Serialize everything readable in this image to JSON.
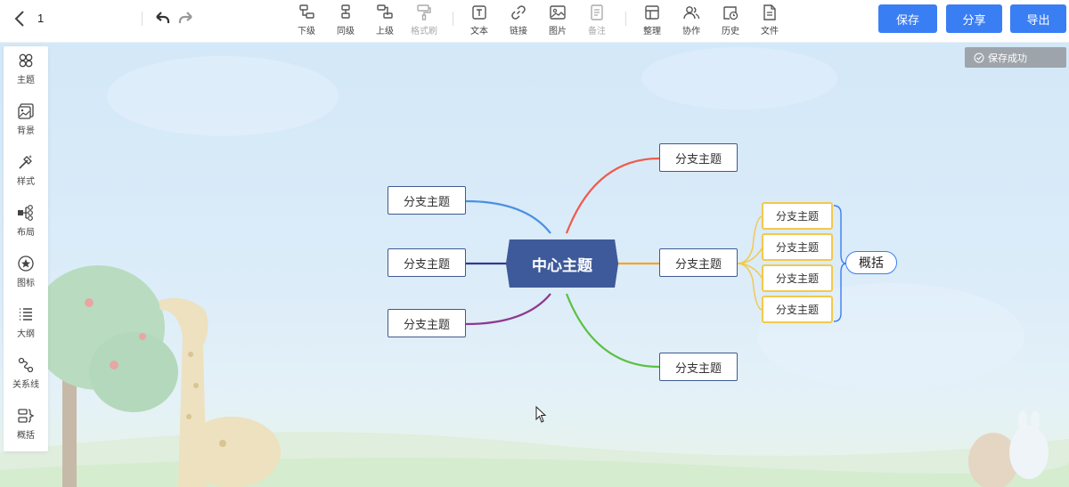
{
  "app": {
    "title": "1"
  },
  "toolbar": {
    "tools": [
      {
        "label": "下级",
        "icon": "child-topic-icon"
      },
      {
        "label": "同级",
        "icon": "sibling-topic-icon"
      },
      {
        "label": "上级",
        "icon": "parent-topic-icon"
      },
      {
        "label": "格式刷",
        "icon": "format-painter-icon",
        "disabled": true
      },
      {
        "label": "文本",
        "icon": "text-icon"
      },
      {
        "label": "链接",
        "icon": "link-icon"
      },
      {
        "label": "图片",
        "icon": "image-icon"
      },
      {
        "label": "备注",
        "icon": "note-icon",
        "disabled": true
      },
      {
        "label": "整理",
        "icon": "arrange-icon"
      },
      {
        "label": "协作",
        "icon": "collaborate-icon"
      },
      {
        "label": "历史",
        "icon": "history-icon"
      },
      {
        "label": "文件",
        "icon": "file-icon"
      }
    ],
    "buttons": {
      "save": "保存",
      "share": "分享",
      "export": "导出"
    }
  },
  "left_panel": {
    "items": [
      {
        "label": "主题",
        "icon": "theme-icon"
      },
      {
        "label": "背景",
        "icon": "background-icon"
      },
      {
        "label": "样式",
        "icon": "style-icon"
      },
      {
        "label": "布局",
        "icon": "layout-icon"
      },
      {
        "label": "图标",
        "icon": "star-icon"
      },
      {
        "label": "大纲",
        "icon": "outline-icon"
      },
      {
        "label": "关系线",
        "icon": "relation-line-icon"
      },
      {
        "label": "概括",
        "icon": "summary-icon"
      }
    ]
  },
  "toast": {
    "text": "保存成功"
  },
  "mindmap": {
    "center": "中心主题",
    "branches_left": [
      "分支主题",
      "分支主题",
      "分支主题"
    ],
    "branches_right": [
      "分支主题",
      "分支主题",
      "分支主题"
    ],
    "sub_topics": [
      "分支主题",
      "分支主题",
      "分支主题",
      "分支主题"
    ],
    "summary": "概括",
    "colors": {
      "center_fill": "#3f5a9a",
      "branch_border": "#3f5a8f",
      "line_left_top": "#4a90e2",
      "line_left_mid": "#2f3a8f",
      "line_left_bottom": "#8e3a8f",
      "line_right_top": "#ef5b4c",
      "line_right_mid": "#f5a623",
      "line_right_bottom": "#5cc142",
      "sub_border": "#f2c94c",
      "summary_bracket": "#3a7ef4"
    }
  }
}
